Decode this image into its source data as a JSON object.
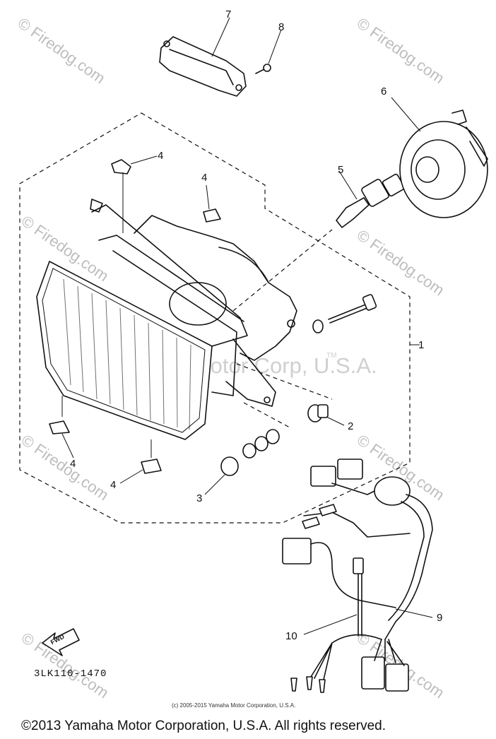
{
  "diagram": {
    "part_code": "3LK110-1470",
    "fwd_label": "FWD",
    "watermark_brand": "© Firedog.com",
    "watermark_center": "Yamaha Motor Corp, U.S.A.",
    "watermark_tm": "TM",
    "callouts": {
      "c1": "1",
      "c2": "2",
      "c3": "3",
      "c4a": "4",
      "c4b": "4",
      "c4c": "4",
      "c4d": "4",
      "c5": "5",
      "c6": "6",
      "c7": "7",
      "c8": "8",
      "c9": "9",
      "c10": "10"
    }
  },
  "footer": {
    "small_copyright": "(c) 2005-2015 Yamaha Motor Corporation, U.S.A.",
    "copyright": "©2013 Yamaha Motor Corporation, U.S.A. All rights reserved."
  }
}
